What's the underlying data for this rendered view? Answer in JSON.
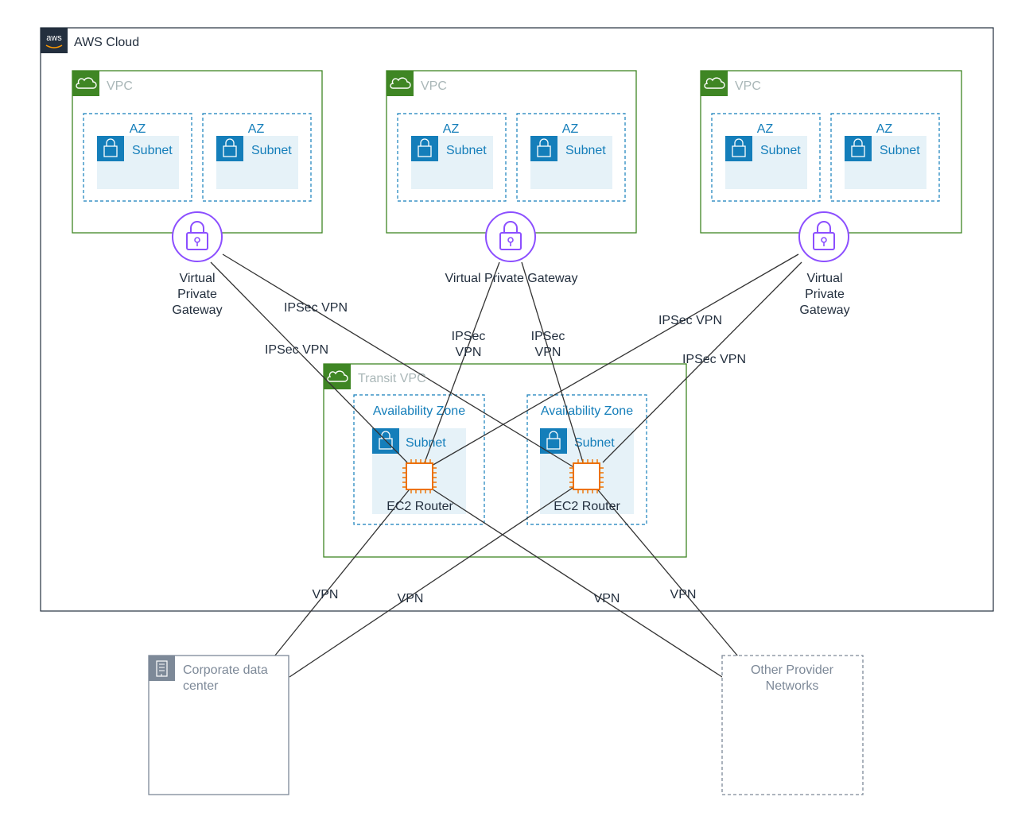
{
  "cloud": {
    "label": "AWS Cloud",
    "logo_text": "aws"
  },
  "vpcs": [
    {
      "label": "VPC",
      "azs": [
        {
          "label": "AZ",
          "subnet": "Subnet"
        },
        {
          "label": "AZ",
          "subnet": "Subnet"
        }
      ],
      "gateway_label": [
        "Virtual",
        "Private",
        "Gateway"
      ]
    },
    {
      "label": "VPC",
      "azs": [
        {
          "label": "AZ",
          "subnet": "Subnet"
        },
        {
          "label": "AZ",
          "subnet": "Subnet"
        }
      ],
      "gateway_label": [
        "Virtual Private Gateway"
      ]
    },
    {
      "label": "VPC",
      "azs": [
        {
          "label": "AZ",
          "subnet": "Subnet"
        },
        {
          "label": "AZ",
          "subnet": "Subnet"
        }
      ],
      "gateway_label": [
        "Virtual",
        "Private",
        "Gateway"
      ]
    }
  ],
  "transit_vpc": {
    "label": "Transit VPC",
    "zones": [
      {
        "label": "Availability Zone",
        "subnet": "Subnet",
        "router": "EC2 Router"
      },
      {
        "label": "Availability Zone",
        "subnet": "Subnet",
        "router": "EC2 Router"
      }
    ]
  },
  "connection_labels": {
    "ipsec_vpn": "IPSec VPN",
    "ipsec_line1": "IPSec",
    "ipsec_line2": "VPN",
    "vpn": "VPN"
  },
  "corporate": {
    "label_lines": [
      "Corporate data",
      "center"
    ]
  },
  "other_networks": {
    "label_lines": [
      "Other Provider",
      "Networks"
    ]
  },
  "colors": {
    "vpc_green": "#3f8624",
    "subnet_blue": "#147eba",
    "subnet_fill": "#e6f2f8",
    "gateway_purple": "#8c4fff",
    "router_orange": "#ed7100",
    "cloud_dark": "#232f3e",
    "corp_gray": "#7d8998",
    "line": "#333333",
    "muted_text": "#aab7b8"
  }
}
